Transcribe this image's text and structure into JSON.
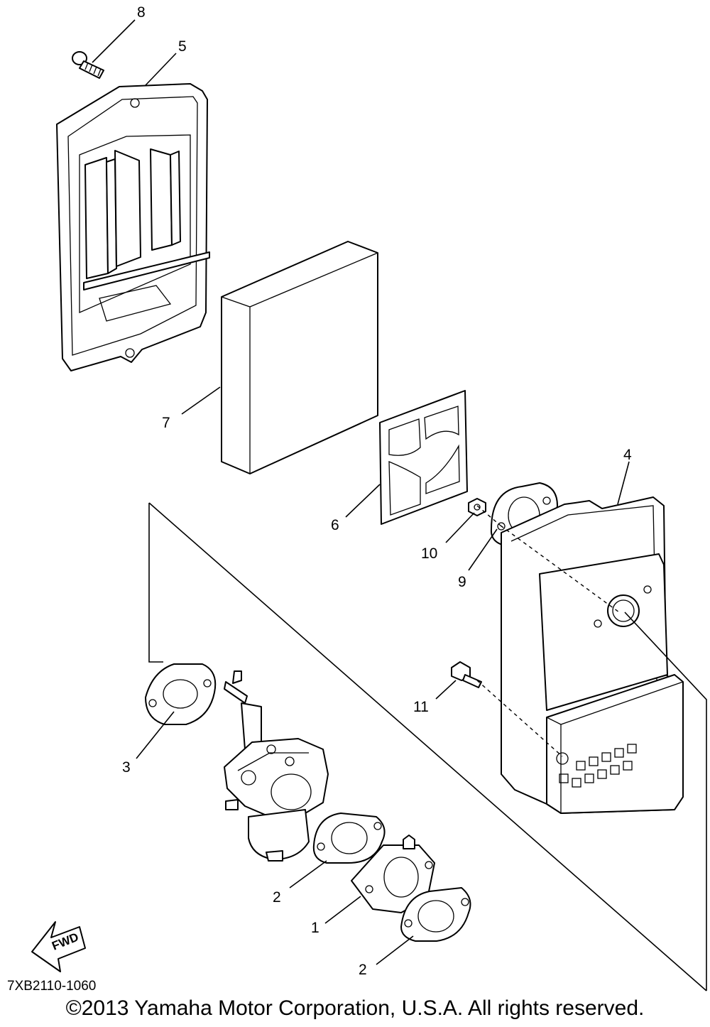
{
  "diagram": {
    "callouts": [
      {
        "id": "p8",
        "label": "8"
      },
      {
        "id": "p5",
        "label": "5"
      },
      {
        "id": "p7",
        "label": "7"
      },
      {
        "id": "p4",
        "label": "4"
      },
      {
        "id": "p6",
        "label": "6"
      },
      {
        "id": "p10",
        "label": "10"
      },
      {
        "id": "p9",
        "label": "9"
      },
      {
        "id": "p11",
        "label": "11"
      },
      {
        "id": "p3",
        "label": "3"
      },
      {
        "id": "p2a",
        "label": "2"
      },
      {
        "id": "p1",
        "label": "1"
      },
      {
        "id": "p2b",
        "label": "2"
      }
    ],
    "fwd_label": "FWD"
  },
  "footer": {
    "code": "7XB2110-1060",
    "copyright": "©2013 Yamaha Motor Corporation, U.S.A. All rights reserved."
  }
}
